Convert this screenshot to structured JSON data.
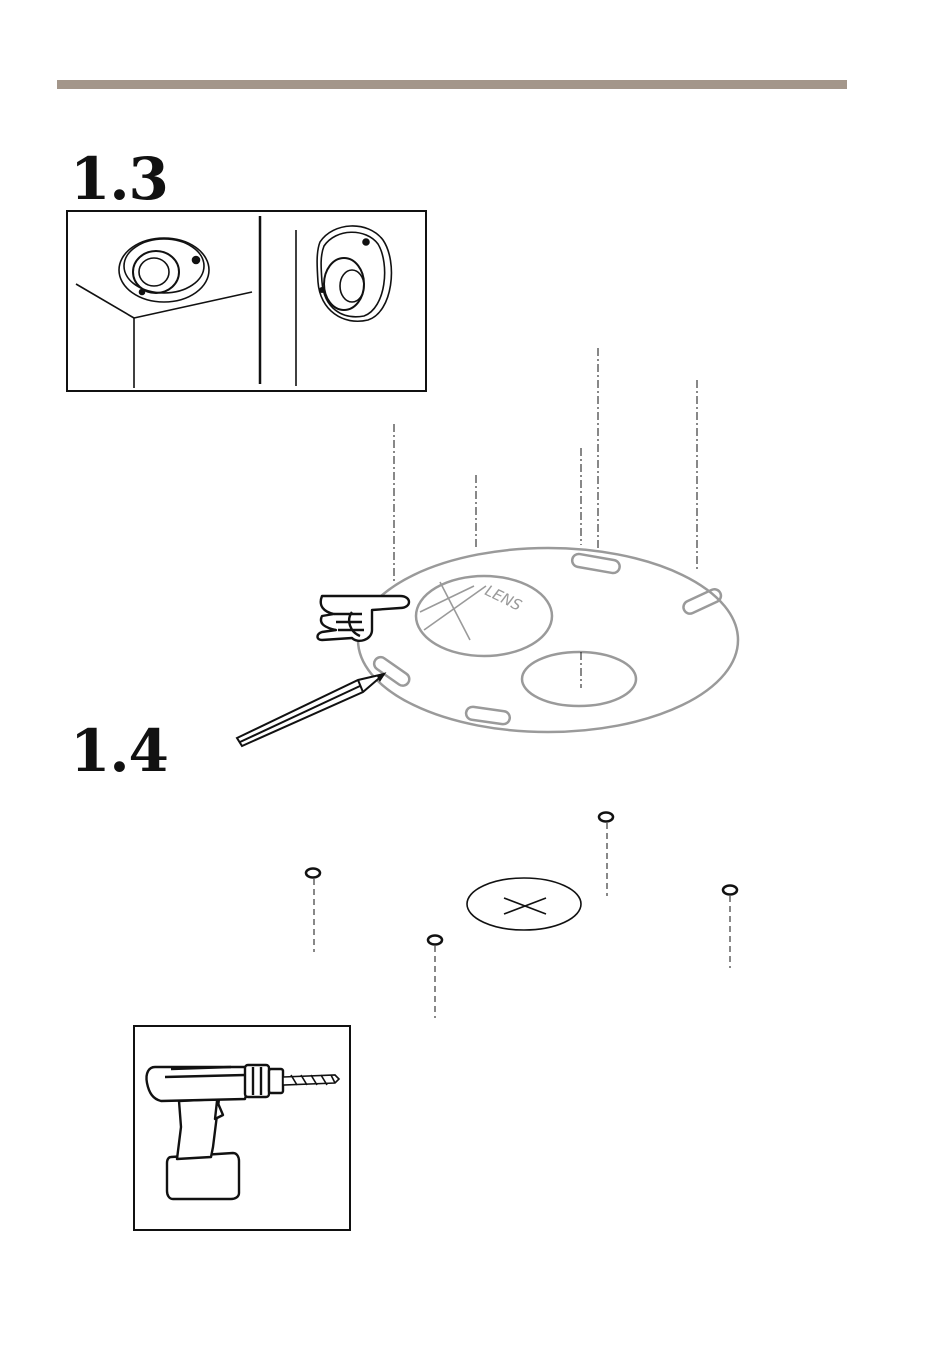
{
  "steps": {
    "step_1": "1.3",
    "step_2": "1.4"
  },
  "template": {
    "lens_label": "LENS"
  },
  "colors": {
    "rule": "#a3968a",
    "template_stroke": "#9a9a9a",
    "ink": "#111111"
  },
  "icons": [
    "ceiling-camera-icon",
    "wall-camera-icon",
    "pointing-hand-icon",
    "pencil-icon",
    "wall-plug-icon",
    "cable-hole-icon",
    "power-drill-icon"
  ]
}
